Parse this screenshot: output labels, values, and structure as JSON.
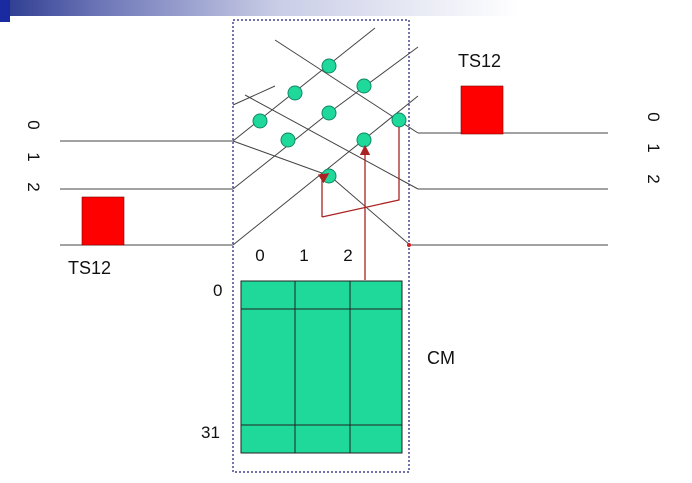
{
  "left_ports": {
    "labels": [
      "0",
      "1",
      "2"
    ]
  },
  "right_ports": {
    "labels": [
      "0",
      "1",
      "2"
    ]
  },
  "left_block": {
    "label": "TS12",
    "color": "#ff0000"
  },
  "right_block": {
    "label": "TS12",
    "color": "#ff0000"
  },
  "switch_columns": [
    "0",
    "1",
    "2"
  ],
  "memory": {
    "label": "CM",
    "first_row": "0",
    "last_row": "31",
    "color": "#1fd99b"
  },
  "colors": {
    "node": "#1fd99b",
    "arrow": "#aa2222",
    "frame": "#1a1a7a"
  }
}
